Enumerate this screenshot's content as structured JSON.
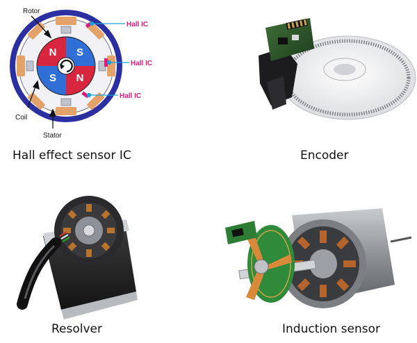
{
  "panels": [
    {
      "caption": "Hall effect sensor IC"
    },
    {
      "caption": "Encoder"
    },
    {
      "caption": "Resolver"
    },
    {
      "caption": "Induction sensor"
    }
  ],
  "hall_diagram": {
    "rotor_label": "Rotor",
    "hall_label_1": "Hall IC",
    "hall_label_2": "Hall IC",
    "hall_label_3": "Hall IC",
    "coil_label": "Coil",
    "stator_label": "Stator",
    "pole_n1": "N",
    "pole_s1": "S",
    "pole_s2": "S",
    "pole_n2": "N"
  },
  "colors": {
    "stator_ring": "#2b2fa0",
    "pole_north": "#d7263d",
    "pole_south": "#2f6fd6",
    "coil": "#e3a26a",
    "hall_ic": "#e0197b",
    "hall_line": "#1aa0d8"
  }
}
